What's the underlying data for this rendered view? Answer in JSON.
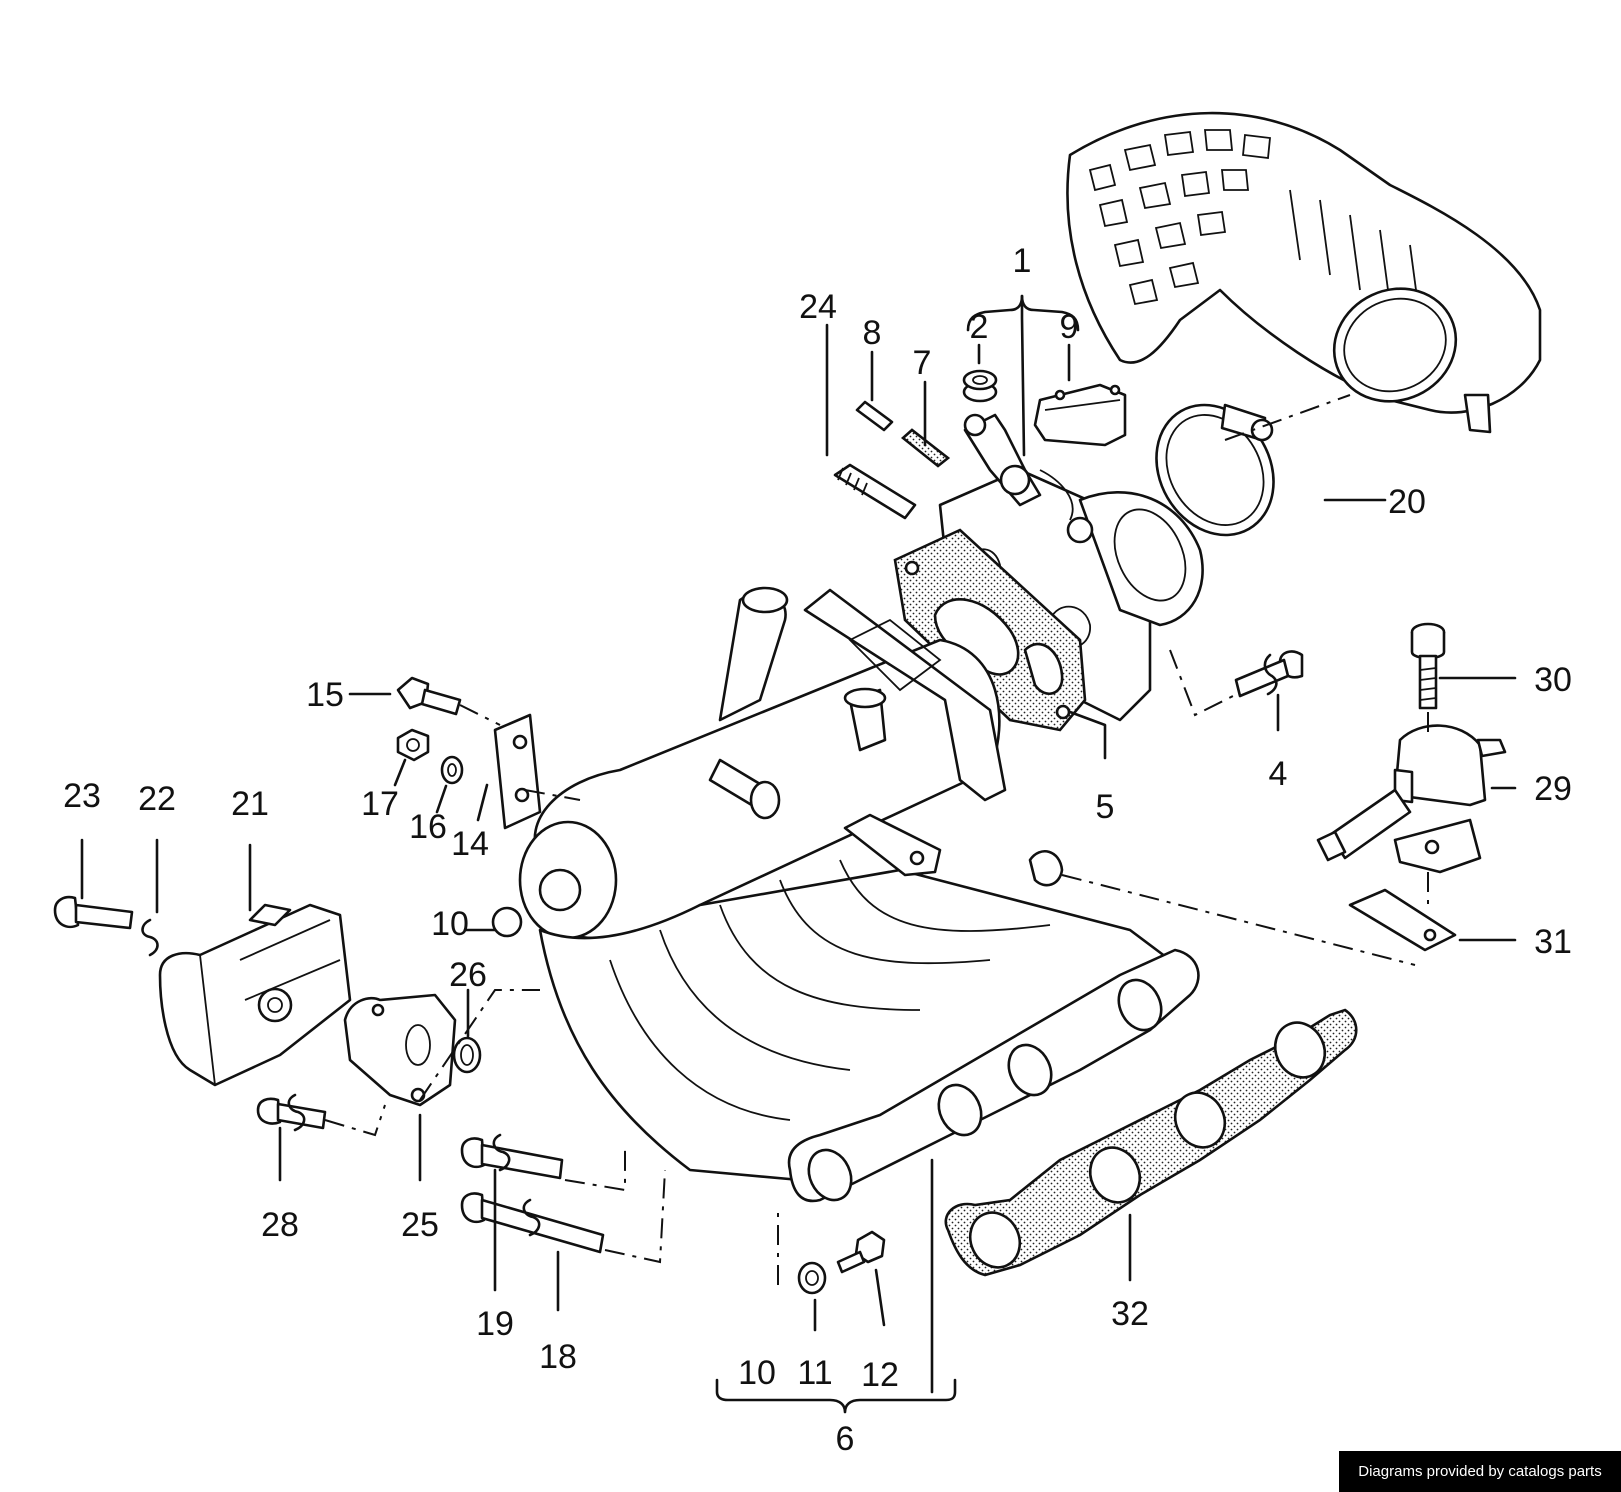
{
  "diagram": {
    "callouts": [
      {
        "id": "1",
        "label": "1"
      },
      {
        "id": "2",
        "label": "2"
      },
      {
        "id": "9",
        "label": "9"
      },
      {
        "id": "24",
        "label": "24"
      },
      {
        "id": "8",
        "label": "8"
      },
      {
        "id": "7",
        "label": "7"
      },
      {
        "id": "20",
        "label": "20"
      },
      {
        "id": "30",
        "label": "30"
      },
      {
        "id": "29",
        "label": "29"
      },
      {
        "id": "31",
        "label": "31"
      },
      {
        "id": "15",
        "label": "15"
      },
      {
        "id": "17",
        "label": "17"
      },
      {
        "id": "16",
        "label": "16"
      },
      {
        "id": "14",
        "label": "14"
      },
      {
        "id": "5",
        "label": "5"
      },
      {
        "id": "4",
        "label": "4"
      },
      {
        "id": "23",
        "label": "23"
      },
      {
        "id": "22",
        "label": "22"
      },
      {
        "id": "21",
        "label": "21"
      },
      {
        "id": "10a",
        "label": "10"
      },
      {
        "id": "26",
        "label": "26"
      },
      {
        "id": "28",
        "label": "28"
      },
      {
        "id": "25",
        "label": "25"
      },
      {
        "id": "19",
        "label": "19"
      },
      {
        "id": "18",
        "label": "18"
      },
      {
        "id": "10b",
        "label": "10"
      },
      {
        "id": "11",
        "label": "11"
      },
      {
        "id": "12",
        "label": "12"
      },
      {
        "id": "6",
        "label": "6"
      },
      {
        "id": "32",
        "label": "32"
      }
    ]
  },
  "footer": {
    "credit": "Diagrams provided by catalogs parts"
  }
}
